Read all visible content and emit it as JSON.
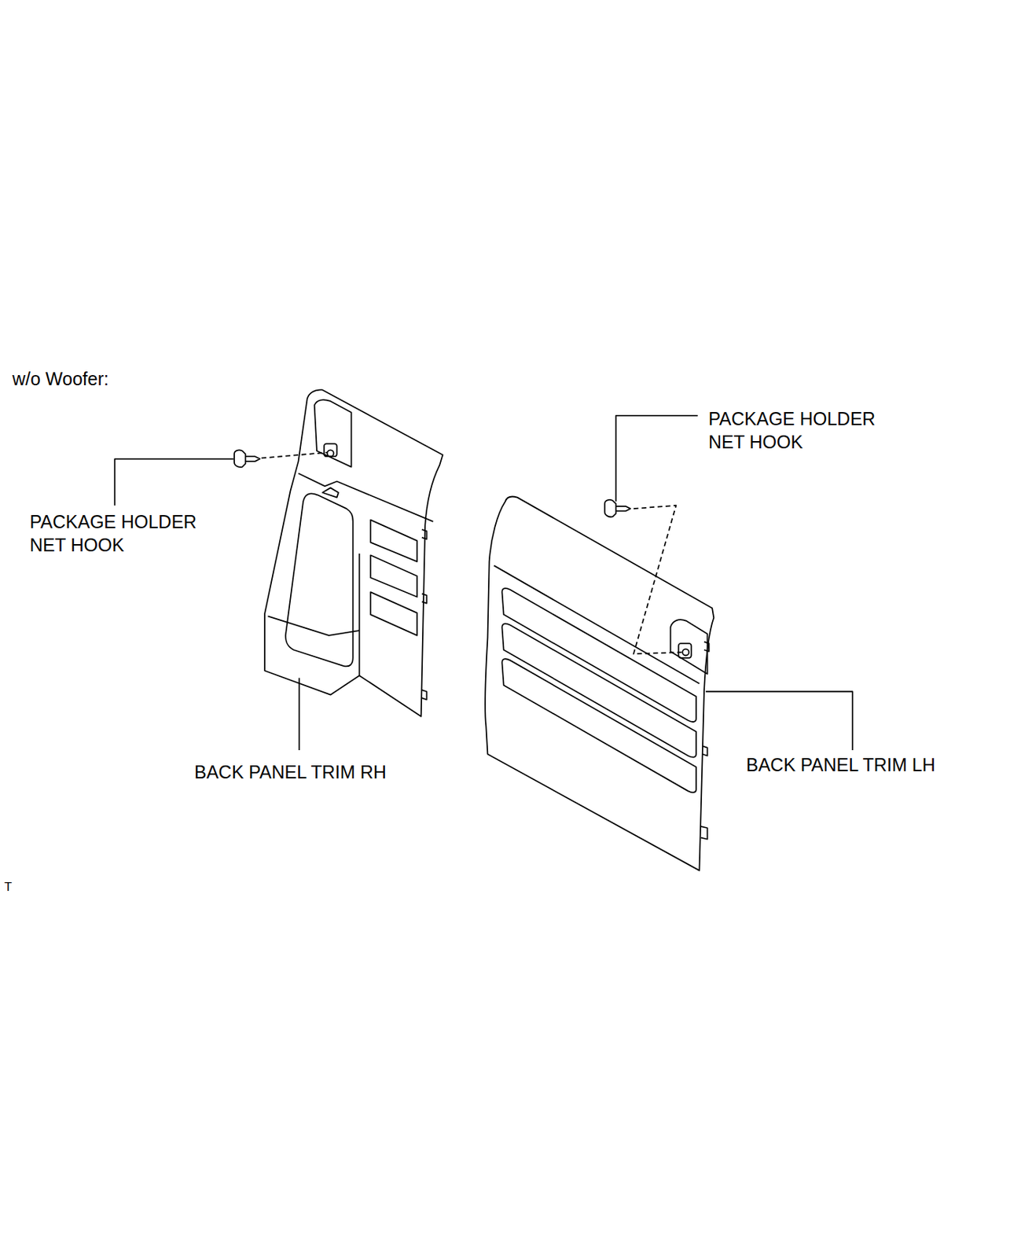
{
  "diagram": {
    "labels": [
      "w/o Woofer:",
      "PACKAGE HOLDER NET HOOK",
      "PACKAGE HOLDER NET HOOK",
      "BACK PANEL TRIM RH",
      "BACK PANEL TRIM LH",
      "T"
    ]
  }
}
